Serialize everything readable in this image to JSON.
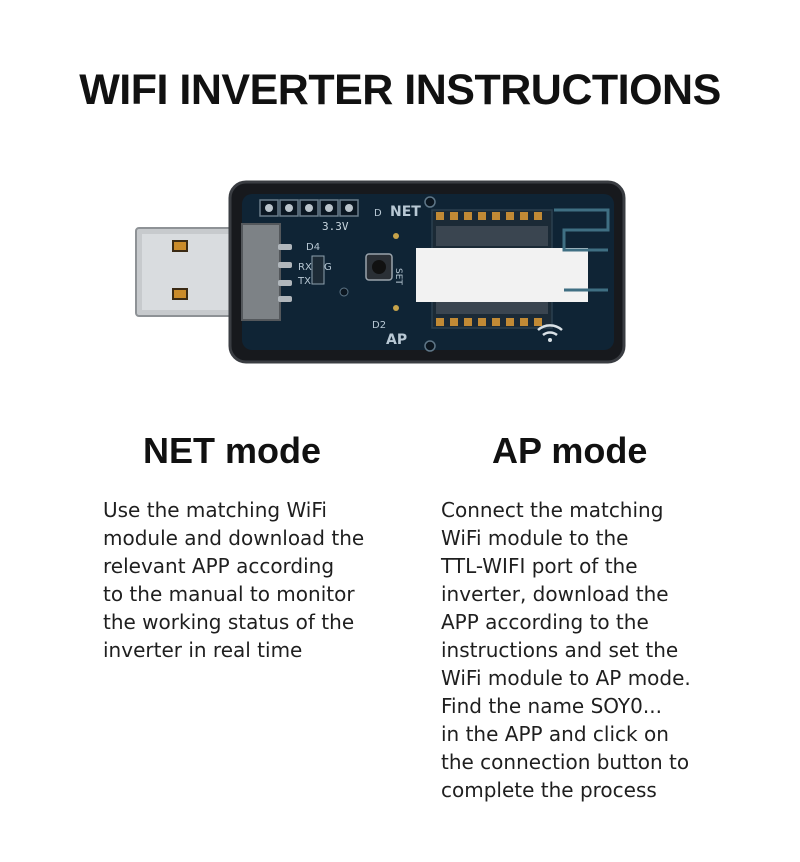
{
  "title": "WIFI INVERTER INSTRUCTIONS",
  "device": {
    "board_labels": {
      "voltage": "3.3V",
      "net": "NET",
      "ap": "AP",
      "d4": "D4",
      "d2": "D2",
      "rx": "RX",
      "tx": "TX",
      "g": "G",
      "d": "D",
      "set": "SET"
    },
    "colors": {
      "board": "#0e2233",
      "case": "#1a1d22",
      "plug": "#c9ccd0"
    },
    "label_sticker": ""
  },
  "net_mode": {
    "heading": "NET mode",
    "text": "     Use the matching WiFi\nmodule and download the\nrelevant APP according\nto the manual to monitor\nthe working status of the\ninverter in real time"
  },
  "ap_mode": {
    "heading": "AP mode",
    "text": "     Connect the matching\nWiFi module to the\nTTL-WIFI port of the\ninverter, download the\nAPP according to the\ninstructions and set the\nWiFi module to AP mode.\nFind the name SOY0...\nin the APP and click on\nthe connection button to\ncomplete the process"
  }
}
